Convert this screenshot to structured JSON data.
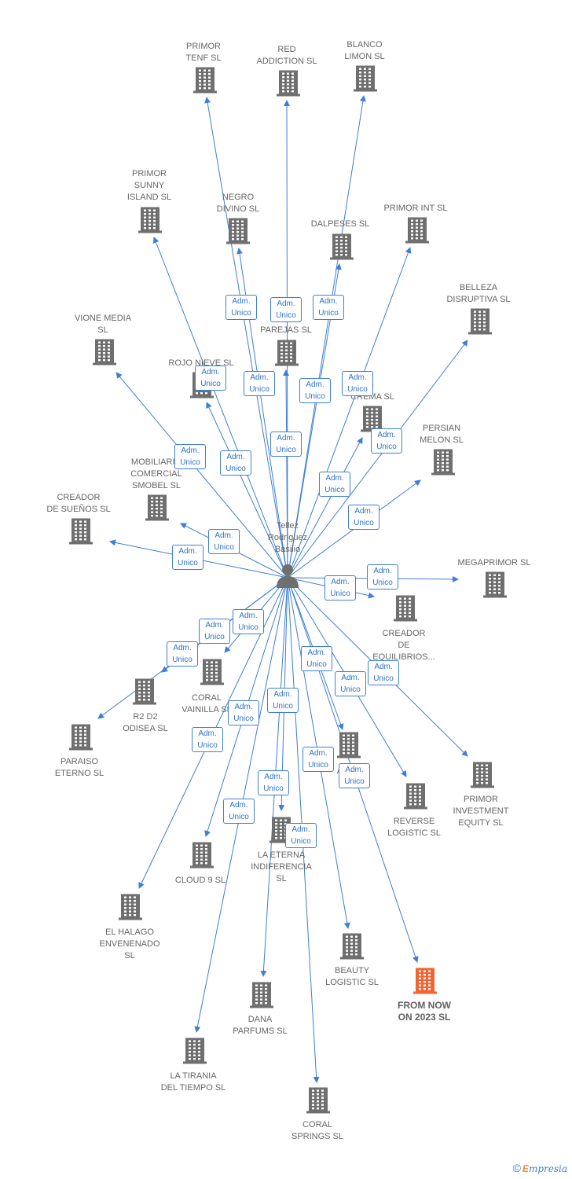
{
  "center": {
    "name": "Tellez\nRodriguez\nBasilio"
  },
  "relation_label": "Adm.\nUnico",
  "colors": {
    "edge": "#3d7fd6",
    "building": "#6f6f6f",
    "highlight": "#f26532"
  },
  "companies": [
    {
      "name": "PRIMOR\nTENF  SL"
    },
    {
      "name": "RED\nADDICTION  SL"
    },
    {
      "name": "BLANCO\nLIMON SL"
    },
    {
      "name": "PRIMOR\nSUNNY\nISLAND  SL"
    },
    {
      "name": "NEGRO\nDIVINO SL"
    },
    {
      "name": "DALPESES SL"
    },
    {
      "name": "PRIMOR INT  SL"
    },
    {
      "name": "BELLEZA\nDISRUPTIVA  SL"
    },
    {
      "name": "VIONE MEDIA\nSL"
    },
    {
      "name": "PAREJAS SL"
    },
    {
      "name": "ROJO NIEVE SL"
    },
    {
      "name": "-\nCREMA SL"
    },
    {
      "name": "PERSIAN\nMELON SL"
    },
    {
      "name": "MOBILIARIO\nCOMERCIAL\nSMOBEL  SL"
    },
    {
      "name": "CREADOR\nDE SUEÑOS  SL"
    },
    {
      "name": "MEGAPRIMOR SL"
    },
    {
      "name": "CREADOR\nDE\nEQUILIBRIOS..."
    },
    {
      "name": "CORAL\nVAINILLA  SL"
    },
    {
      "name": "R2 D2\nODISEA  SL"
    },
    {
      "name": "PARAISO\nETERNO  SL"
    },
    {
      "name": "PRIMOR\nINVESTMENT\nEQUITY  SL"
    },
    {
      "name": "REVERSE\nLOGISTIC  SL"
    },
    {
      "name": "AMUN"
    },
    {
      "name": "LA ETERNA\nINDIFERENCIA\nSL"
    },
    {
      "name": "CLOUD 9  SL"
    },
    {
      "name": "EL HALAGO\nENVENENADO\nSL"
    },
    {
      "name": "BEAUTY\nLOGISTIC  SL"
    },
    {
      "name": "FROM NOW\nON 2023  SL",
      "highlighted": true
    },
    {
      "name": "DANA\nPARFUMS  SL"
    },
    {
      "name": "LA TIRANIA\nDEL TIEMPO  SL"
    },
    {
      "name": "CORAL\nSPRINGS SL"
    }
  ],
  "footer": {
    "copyright_symbol": "©",
    "brand_initial": "E",
    "brand_rest": "mpresia"
  }
}
